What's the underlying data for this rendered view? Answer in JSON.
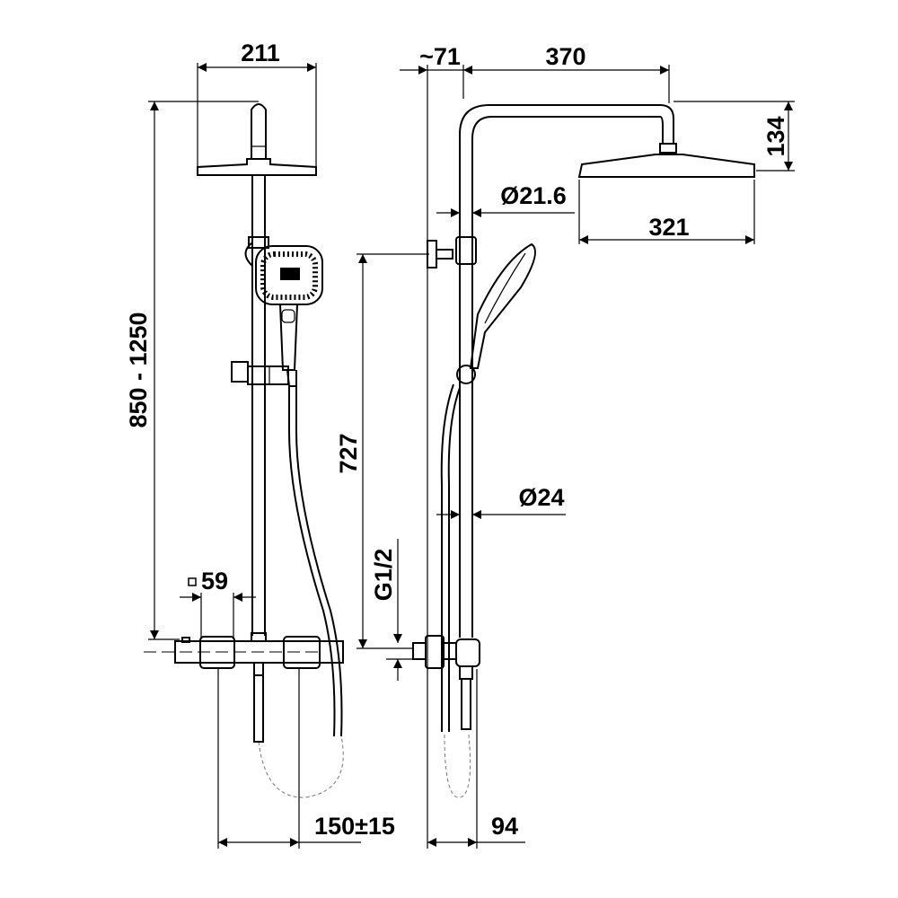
{
  "drawing": {
    "front_view": {
      "head_width": "211",
      "height_range": "850 - 1250",
      "thermostat_square": "59",
      "thermostat_square_symbol": "□",
      "inlet_spacing": "150±15"
    },
    "side_view": {
      "wall_offset": "~71",
      "arm_length": "370",
      "head_height": "134",
      "upper_tube_diameter": "Ø21.6",
      "head_diameter": "321",
      "bracket_height": "727",
      "lower_tube_diameter": "Ø24",
      "thread": "G1/2",
      "depth": "94"
    }
  }
}
